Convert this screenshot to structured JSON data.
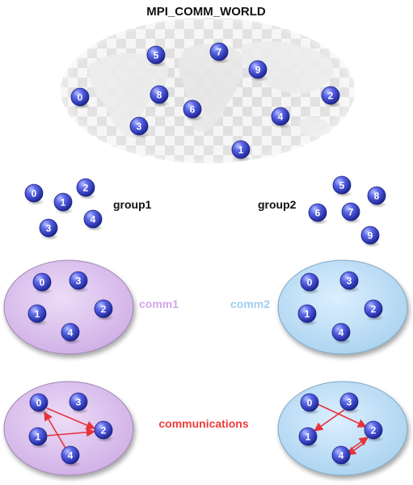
{
  "title": "MPI_COMM_WORLD",
  "world": {
    "nodes": [
      "5",
      "7",
      "9",
      "0",
      "8",
      "6",
      "2",
      "4",
      "3",
      "1"
    ]
  },
  "group1": {
    "label": "group1",
    "nodes": [
      "0",
      "2",
      "1",
      "4",
      "3"
    ]
  },
  "group2": {
    "label": "group2",
    "nodes": [
      "5",
      "8",
      "6",
      "7",
      "9"
    ]
  },
  "comm1": {
    "label": "comm1",
    "nodes": [
      "0",
      "3",
      "1",
      "2",
      "4"
    ],
    "fill": "#dcc4ee",
    "label_color": "#d2a6e8"
  },
  "comm2": {
    "label": "comm2",
    "nodes": [
      "0",
      "3",
      "1",
      "2",
      "4"
    ],
    "fill": "#bfe0f6",
    "label_color": "#9fcff0"
  },
  "comm1_comm": {
    "nodes": [
      "0",
      "3",
      "1",
      "2",
      "4"
    ]
  },
  "comm2_comm": {
    "nodes": [
      "0",
      "3",
      "1",
      "2",
      "4"
    ]
  },
  "communications": {
    "label": "communications",
    "color": "#ee3b3b"
  },
  "colors": {
    "node": "#3b46c9",
    "arrow": "#e8323a",
    "map_light": "#f2f2f2",
    "map_dark": "#d9d9d9"
  }
}
